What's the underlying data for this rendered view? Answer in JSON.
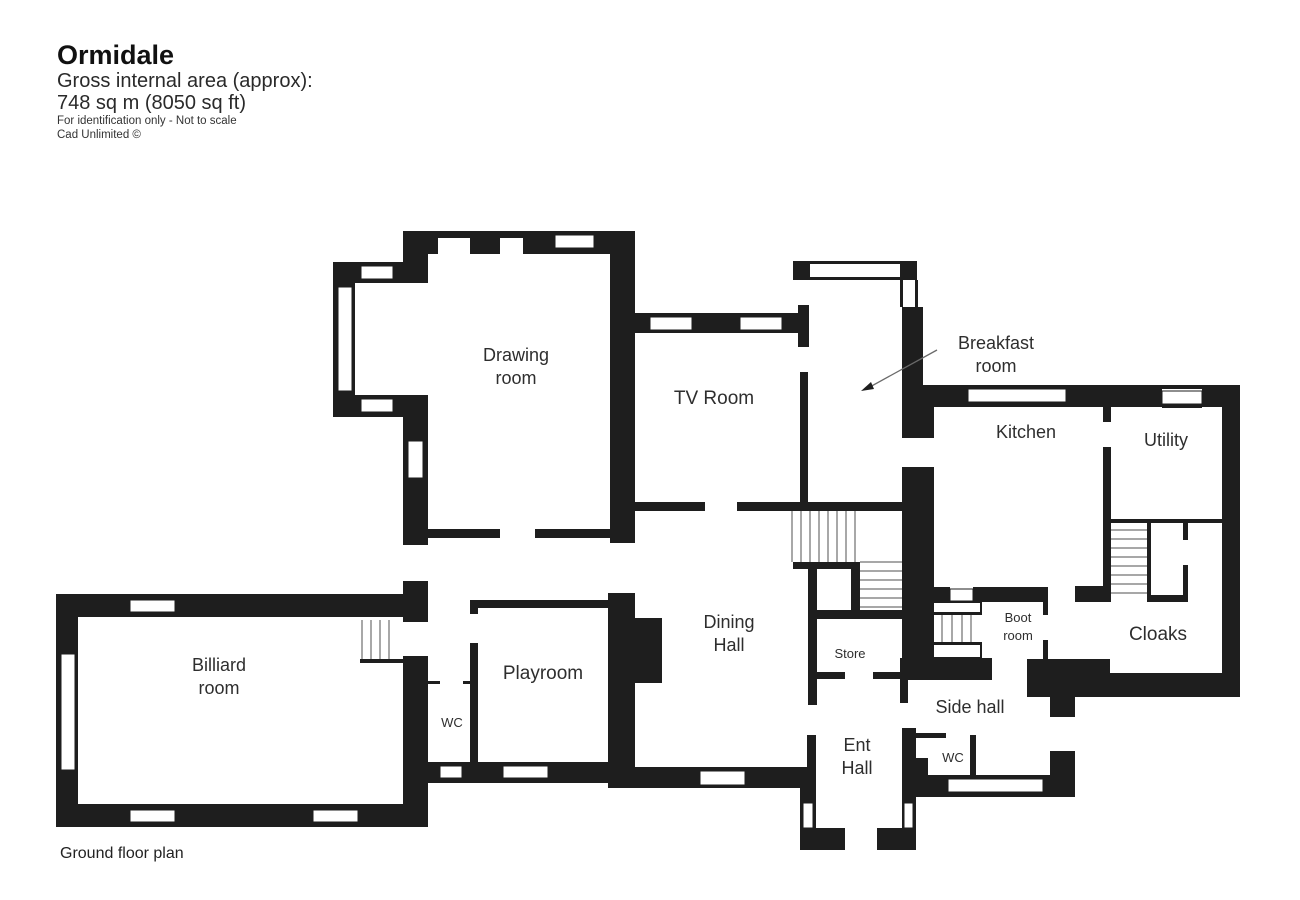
{
  "header": {
    "title": "Ormidale",
    "area_label": "Gross internal  area (approx):",
    "area_value": "748 sq m (8050 sq ft)",
    "disclaimer": "For identification only - Not to scale",
    "copyright": "Cad Unlimited ©"
  },
  "footer": {
    "plan_label": "Ground floor plan"
  },
  "colors": {
    "wall": "#1e1e1e",
    "window": "#ffffff",
    "background": "#ffffff",
    "text": "#2e2e2e",
    "stair_line": "#8a8a8a"
  },
  "rooms": {
    "drawing_room": [
      "Drawing",
      "room"
    ],
    "tv_room": "TV Room",
    "breakfast_room": [
      "Breakfast",
      "room"
    ],
    "kitchen": "Kitchen",
    "utility": "Utility",
    "billiard_room": [
      "Billiard",
      "room"
    ],
    "playroom": "Playroom",
    "wc_west": "WC",
    "dining_hall": [
      "Dining",
      "Hall"
    ],
    "store": "Store",
    "boot_room": [
      "Boot",
      "room"
    ],
    "cloaks": "Cloaks",
    "side_hall": "Side hall",
    "ent_hall": [
      "Ent",
      "Hall"
    ],
    "wc_east": "WC"
  }
}
